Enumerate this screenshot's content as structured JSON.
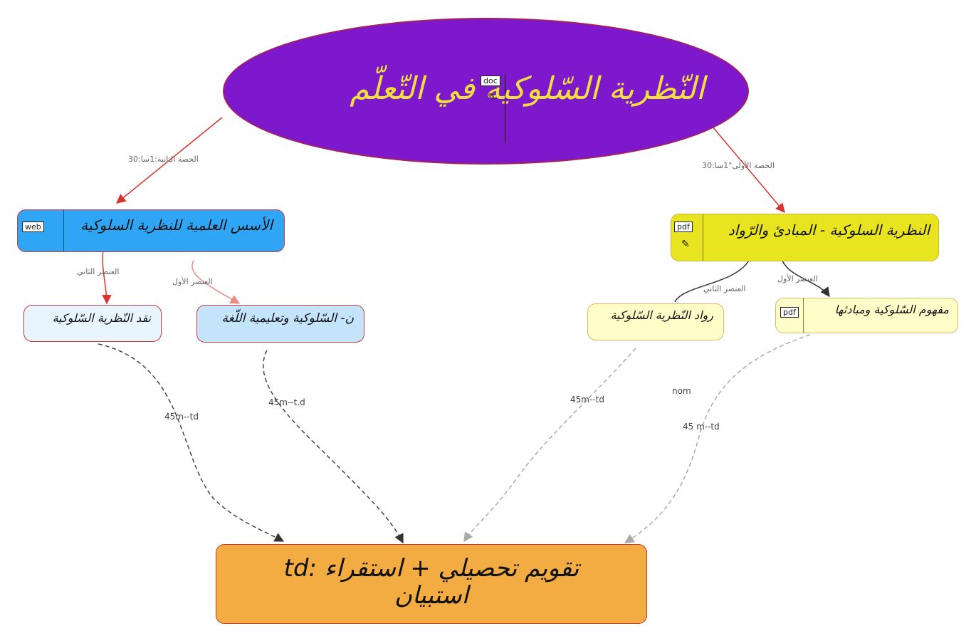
{
  "nodes": {
    "root": {
      "label": "النّظرية السّلوكية في التّعلّم",
      "tag": "doc"
    },
    "left": {
      "label": "الأسس العلمية للنظرية السلوكية",
      "tag": "web"
    },
    "right": {
      "label": "النظرية السلوكية - المبادئ والرّواد",
      "tag": "pdf"
    },
    "critique": {
      "label": "نقد النّظرية السّلوكية"
    },
    "language": {
      "label": "ن- السّلوكية وتعليمية اللّغة"
    },
    "pioneers": {
      "label": "رواد النّظرية السّلوكية"
    },
    "concept": {
      "label": "مفهوم السّلوكية ومبادئها",
      "tag": "pdf"
    },
    "bottom": {
      "label_line1": "تقويم تحصيلي + استقراء :td",
      "label_line2": "استبيان"
    }
  },
  "edges": {
    "session2": "الحصة الثانية:1سا:30",
    "session1": "الحصة الأولى\"1سا:30",
    "left_second": "العنصر الثاني",
    "left_first": "العنصر الأول",
    "right_second": "العنصر الثاني",
    "right_first": "العنصر الأول",
    "critique_td": "45m--td",
    "language_td": "45m--t.d",
    "pioneers_td": "45m--td",
    "concept_nom": "nom",
    "concept_td": "45 m--td"
  },
  "colors": {
    "root_fill": "#7d18cc",
    "root_text": "#f2e03a",
    "left_fill": "#2fa6f5",
    "right_fill": "#e8e420",
    "bottom_fill": "#f2ac42",
    "edge_red": "#d9342b"
  }
}
